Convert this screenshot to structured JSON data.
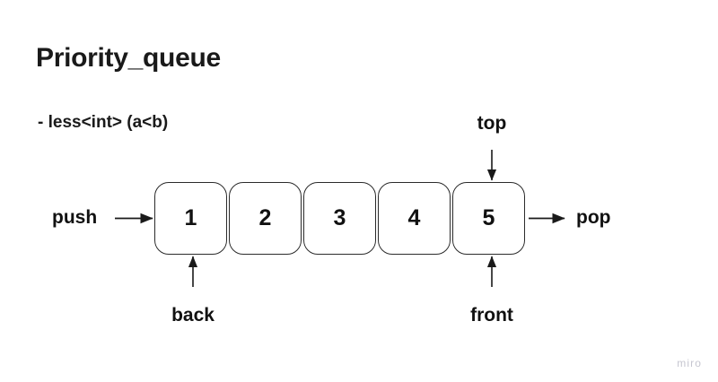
{
  "diagram": {
    "title": "Priority_queue",
    "subtitle": "- less<int> (a<b)",
    "background_color": "#ffffff",
    "stroke_color": "#2b2b2b",
    "text_color": "#111111"
  },
  "queue": {
    "cells": [
      {
        "value": "1"
      },
      {
        "value": "2"
      },
      {
        "value": "3"
      },
      {
        "value": "4"
      },
      {
        "value": "5"
      }
    ]
  },
  "labels": {
    "push": "push",
    "pop": "pop",
    "top": "top",
    "back": "back",
    "front": "front"
  },
  "arrows": {
    "push_arrow": "arrow-right-into-first-cell",
    "pop_arrow": "arrow-right-out-of-last-cell",
    "top_arrow": "arrow-down-into-last-cell",
    "back_arrow": "arrow-up-into-first-cell",
    "front_arrow": "arrow-up-into-last-cell"
  },
  "watermark": {
    "text": "miro",
    "color": "#c6c6d0"
  }
}
